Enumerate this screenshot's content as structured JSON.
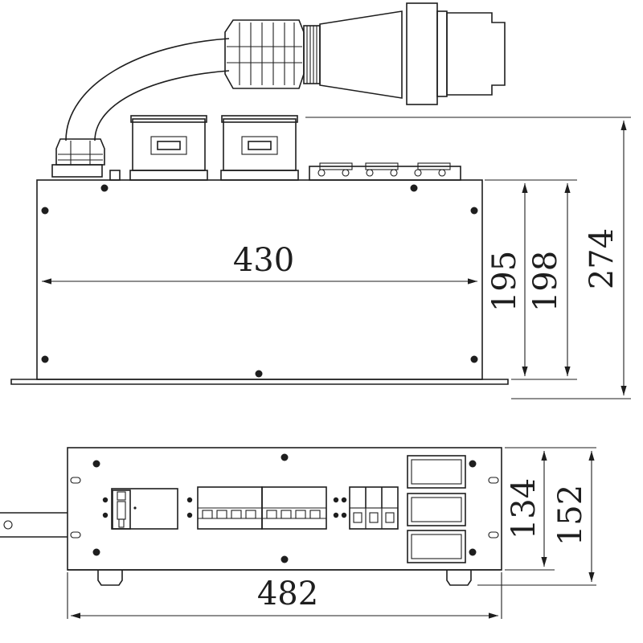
{
  "dimensions": {
    "top_width": "430",
    "top_height_a": "195",
    "top_height_b": "198",
    "top_height_total": "274",
    "front_width": "482",
    "front_height_a": "134",
    "front_height_b": "152"
  },
  "colors": {
    "line": "#1e1e1e",
    "background": "#ffffff"
  }
}
